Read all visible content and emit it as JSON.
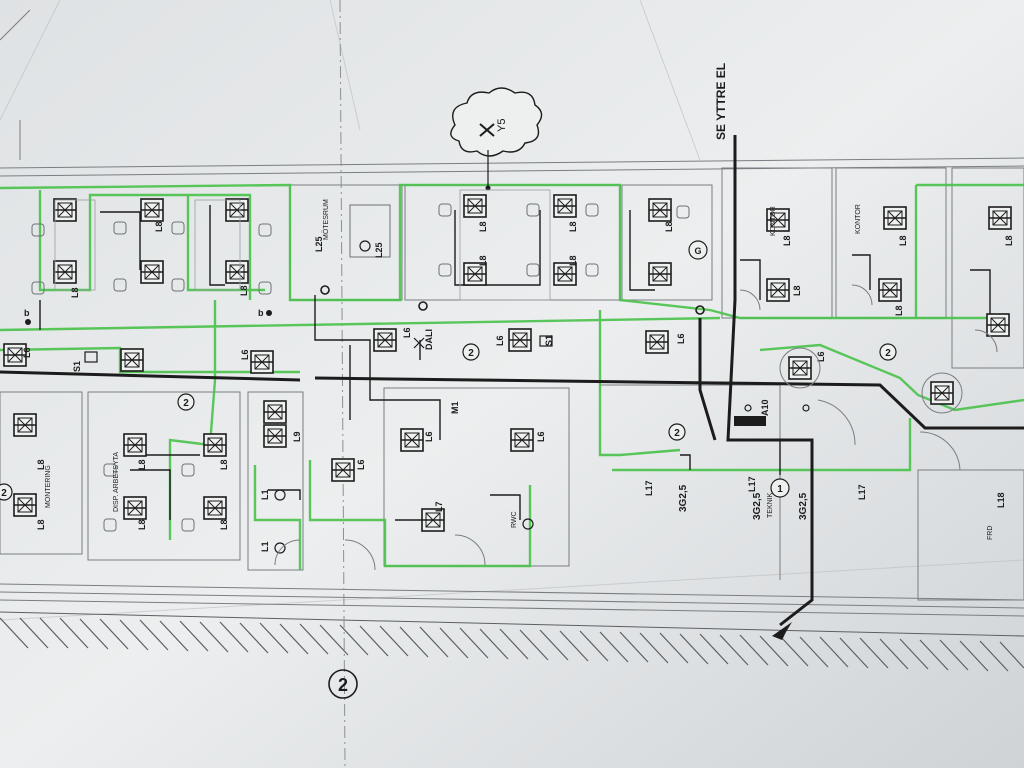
{
  "cloud_label": "Y5",
  "feed_label": "SE YTTRE EL",
  "fixtures": {
    "l1": "L1",
    "l6": "L6",
    "l7": "L7",
    "l8": "L8",
    "l9": "L9",
    "l17": "L17",
    "l18": "L18",
    "l25": "L25"
  },
  "devices": {
    "s1": "S1",
    "m1": "M1",
    "a10": "A10",
    "dali": "DALI",
    "g": "G",
    "b": "b"
  },
  "circuit_numbers": [
    "1",
    "2"
  ],
  "grid_axis": "2",
  "cable_label": "3G2,5",
  "rooms": {
    "kontor": "KONTOR",
    "montering": "MONTERING",
    "arbetsyta": "DISP. ARBETSYTA",
    "mote": "MÖTESRUM",
    "teknik": "TEKNIK",
    "rwc": "RWC",
    "fkd": "FRD"
  },
  "colors": {
    "paper": "#e6e8e9",
    "line": "#1c1c1c",
    "green": "#49c24a",
    "thin": "#7a7e82"
  }
}
